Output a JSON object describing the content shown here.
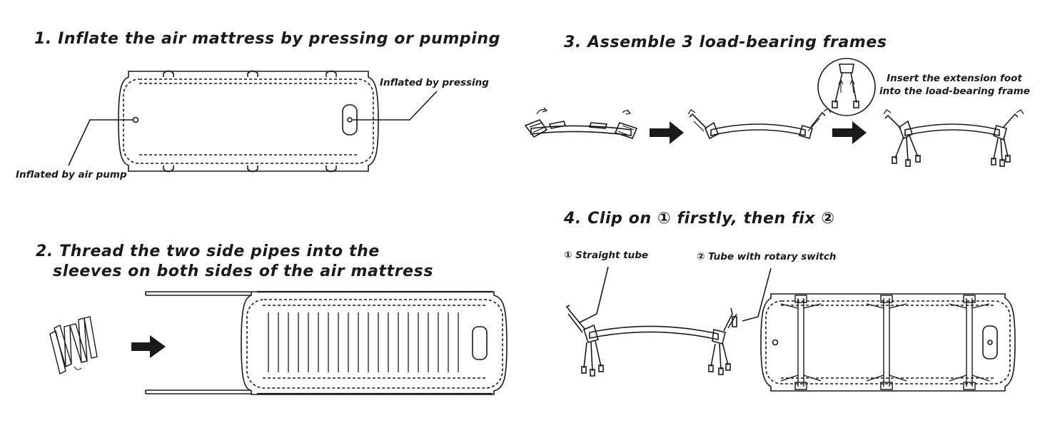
{
  "steps": {
    "step1": {
      "title": "1. Inflate the air mattress by pressing or pumping",
      "label_pressing": "Inflated by pressing",
      "label_pump": "Inflated by air pump"
    },
    "step2": {
      "title_line1": "2. Thread the two side pipes into the",
      "title_line2": "sleeves on both sides of the air mattress"
    },
    "step3": {
      "title": "3. Assemble 3 load-bearing frames",
      "note_line1": "Insert the extension foot",
      "note_line2": "into the load-bearing frame"
    },
    "step4": {
      "title": "4. Clip on ① firstly, then fix ②",
      "label_straight": "① Straight tube",
      "label_rotary": "② Tube with rotary switch"
    }
  },
  "colors": {
    "ink": "#1a1a1a",
    "background": "#ffffff"
  }
}
